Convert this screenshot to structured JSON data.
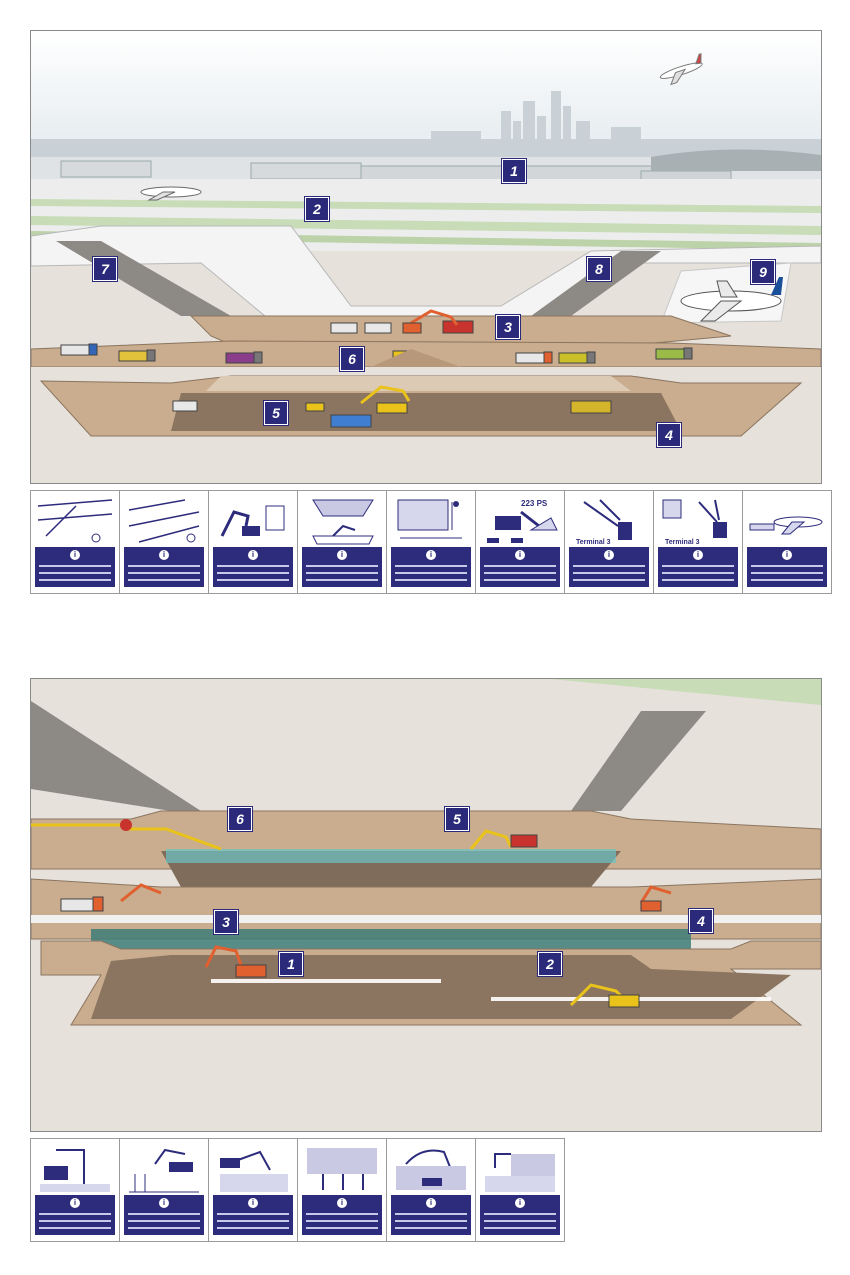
{
  "colors": {
    "marker": "#2b2a7a",
    "sky": "#f0f4f6",
    "grass": "#c8dcb8",
    "runway": "#eeeeee",
    "earth": "#c9ad8e",
    "earth_dark": "#8b7560",
    "excavator": "#e9c21a",
    "excavator_alt": "#e06030",
    "water": "#6ac3c4"
  },
  "scene_top": {
    "markers": [
      {
        "label": "1"
      },
      {
        "label": "2"
      },
      {
        "label": "3"
      },
      {
        "label": "4"
      },
      {
        "label": "5"
      },
      {
        "label": "6"
      },
      {
        "label": "7"
      },
      {
        "label": "8"
      },
      {
        "label": "9"
      }
    ]
  },
  "scene_bottom": {
    "markers": [
      {
        "label": "1"
      },
      {
        "label": "2"
      },
      {
        "label": "3"
      },
      {
        "label": "4"
      },
      {
        "label": "5"
      },
      {
        "label": "6"
      }
    ]
  },
  "cards_top": [
    {
      "icon": "map-icon"
    },
    {
      "icon": "runway-icon"
    },
    {
      "icon": "excavator-icon"
    },
    {
      "icon": "excavation-volume-icon"
    },
    {
      "icon": "dig-depth-icon"
    },
    {
      "icon": "bulldozer-icon",
      "label": "223 PS"
    },
    {
      "icon": "pier-icon",
      "label": "Terminal 3"
    },
    {
      "icon": "pier-plan-icon",
      "label": "Terminal 3"
    },
    {
      "icon": "airplane-icon"
    }
  ],
  "cards_bottom": [
    {
      "icon": "drill-rig-icon"
    },
    {
      "icon": "drill-rig-icon"
    },
    {
      "icon": "excavator-icon"
    },
    {
      "icon": "anchor-icon"
    },
    {
      "icon": "crane-icon"
    },
    {
      "icon": "pump-icon"
    }
  ]
}
